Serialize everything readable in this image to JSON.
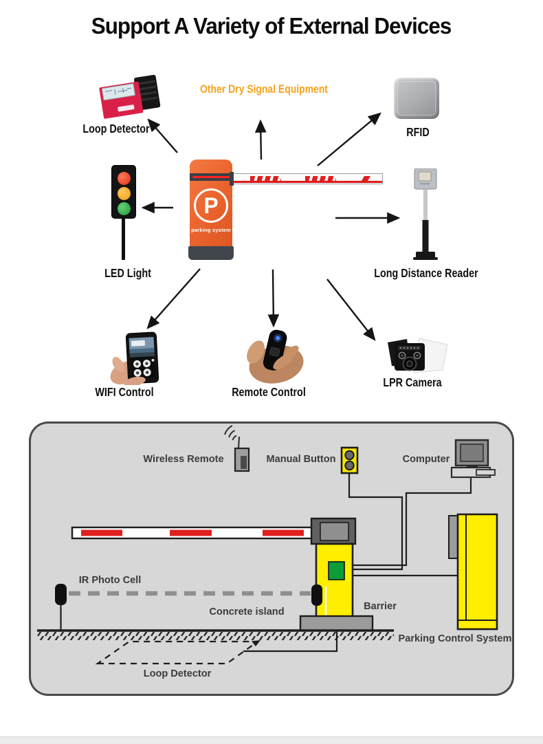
{
  "title": "Support A Variety of External Devices",
  "top": {
    "labels": {
      "loop_detector": "Loop Detector",
      "other_dry_signal": "Other Dry Signal Equipment",
      "rfid": "RFID",
      "led_light": "LED Light",
      "long_distance_reader": "Long Distance Reader",
      "wifi_control": "WIFI Control",
      "remote_control": "Remote Control",
      "lpr_camera": "LPR Camera"
    },
    "center_unit": {
      "logo_letter": "P",
      "caption": "parking system"
    }
  },
  "bottom": {
    "labels": {
      "wireless_remote": "Wireless Remote",
      "manual_button": "Manual Button",
      "computer": "Computer",
      "ir_photo_cell": "IR Photo Cell",
      "concrete_island": "Concrete island",
      "barrier": "Barrier",
      "loop_detector": "Loop Detector",
      "parking_control_system": "Parking Control System"
    }
  },
  "colors": {
    "highlight_text_orange": "#F6A21C",
    "unit_orange": "#EC6630",
    "barrier_yellow": "#FFEE00",
    "indicator_green": "#0E9C39",
    "stripe_red": "#E02020",
    "panel_background": "#D7D7D7"
  }
}
